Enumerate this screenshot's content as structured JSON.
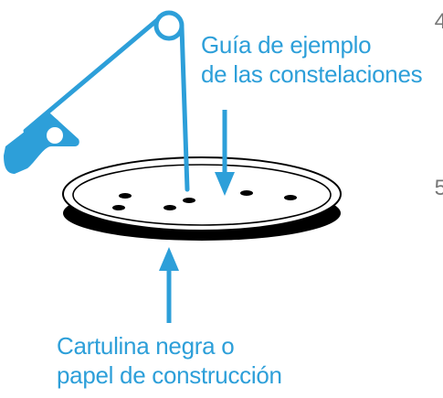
{
  "labels": {
    "top_line1": "Guía de ejemplo",
    "top_line2": "de las constelaciones",
    "bottom_line1": "Cartulina negra o",
    "bottom_line2": "papel de construcción"
  },
  "edge_digits": [
    "4",
    "5"
  ],
  "icons": {
    "pin": "safety-pin-icon"
  },
  "colors": {
    "accent": "#2d9fd9",
    "disk_top": "#ffffff",
    "disk_base": "#000000",
    "text": "#2d9fd9"
  }
}
